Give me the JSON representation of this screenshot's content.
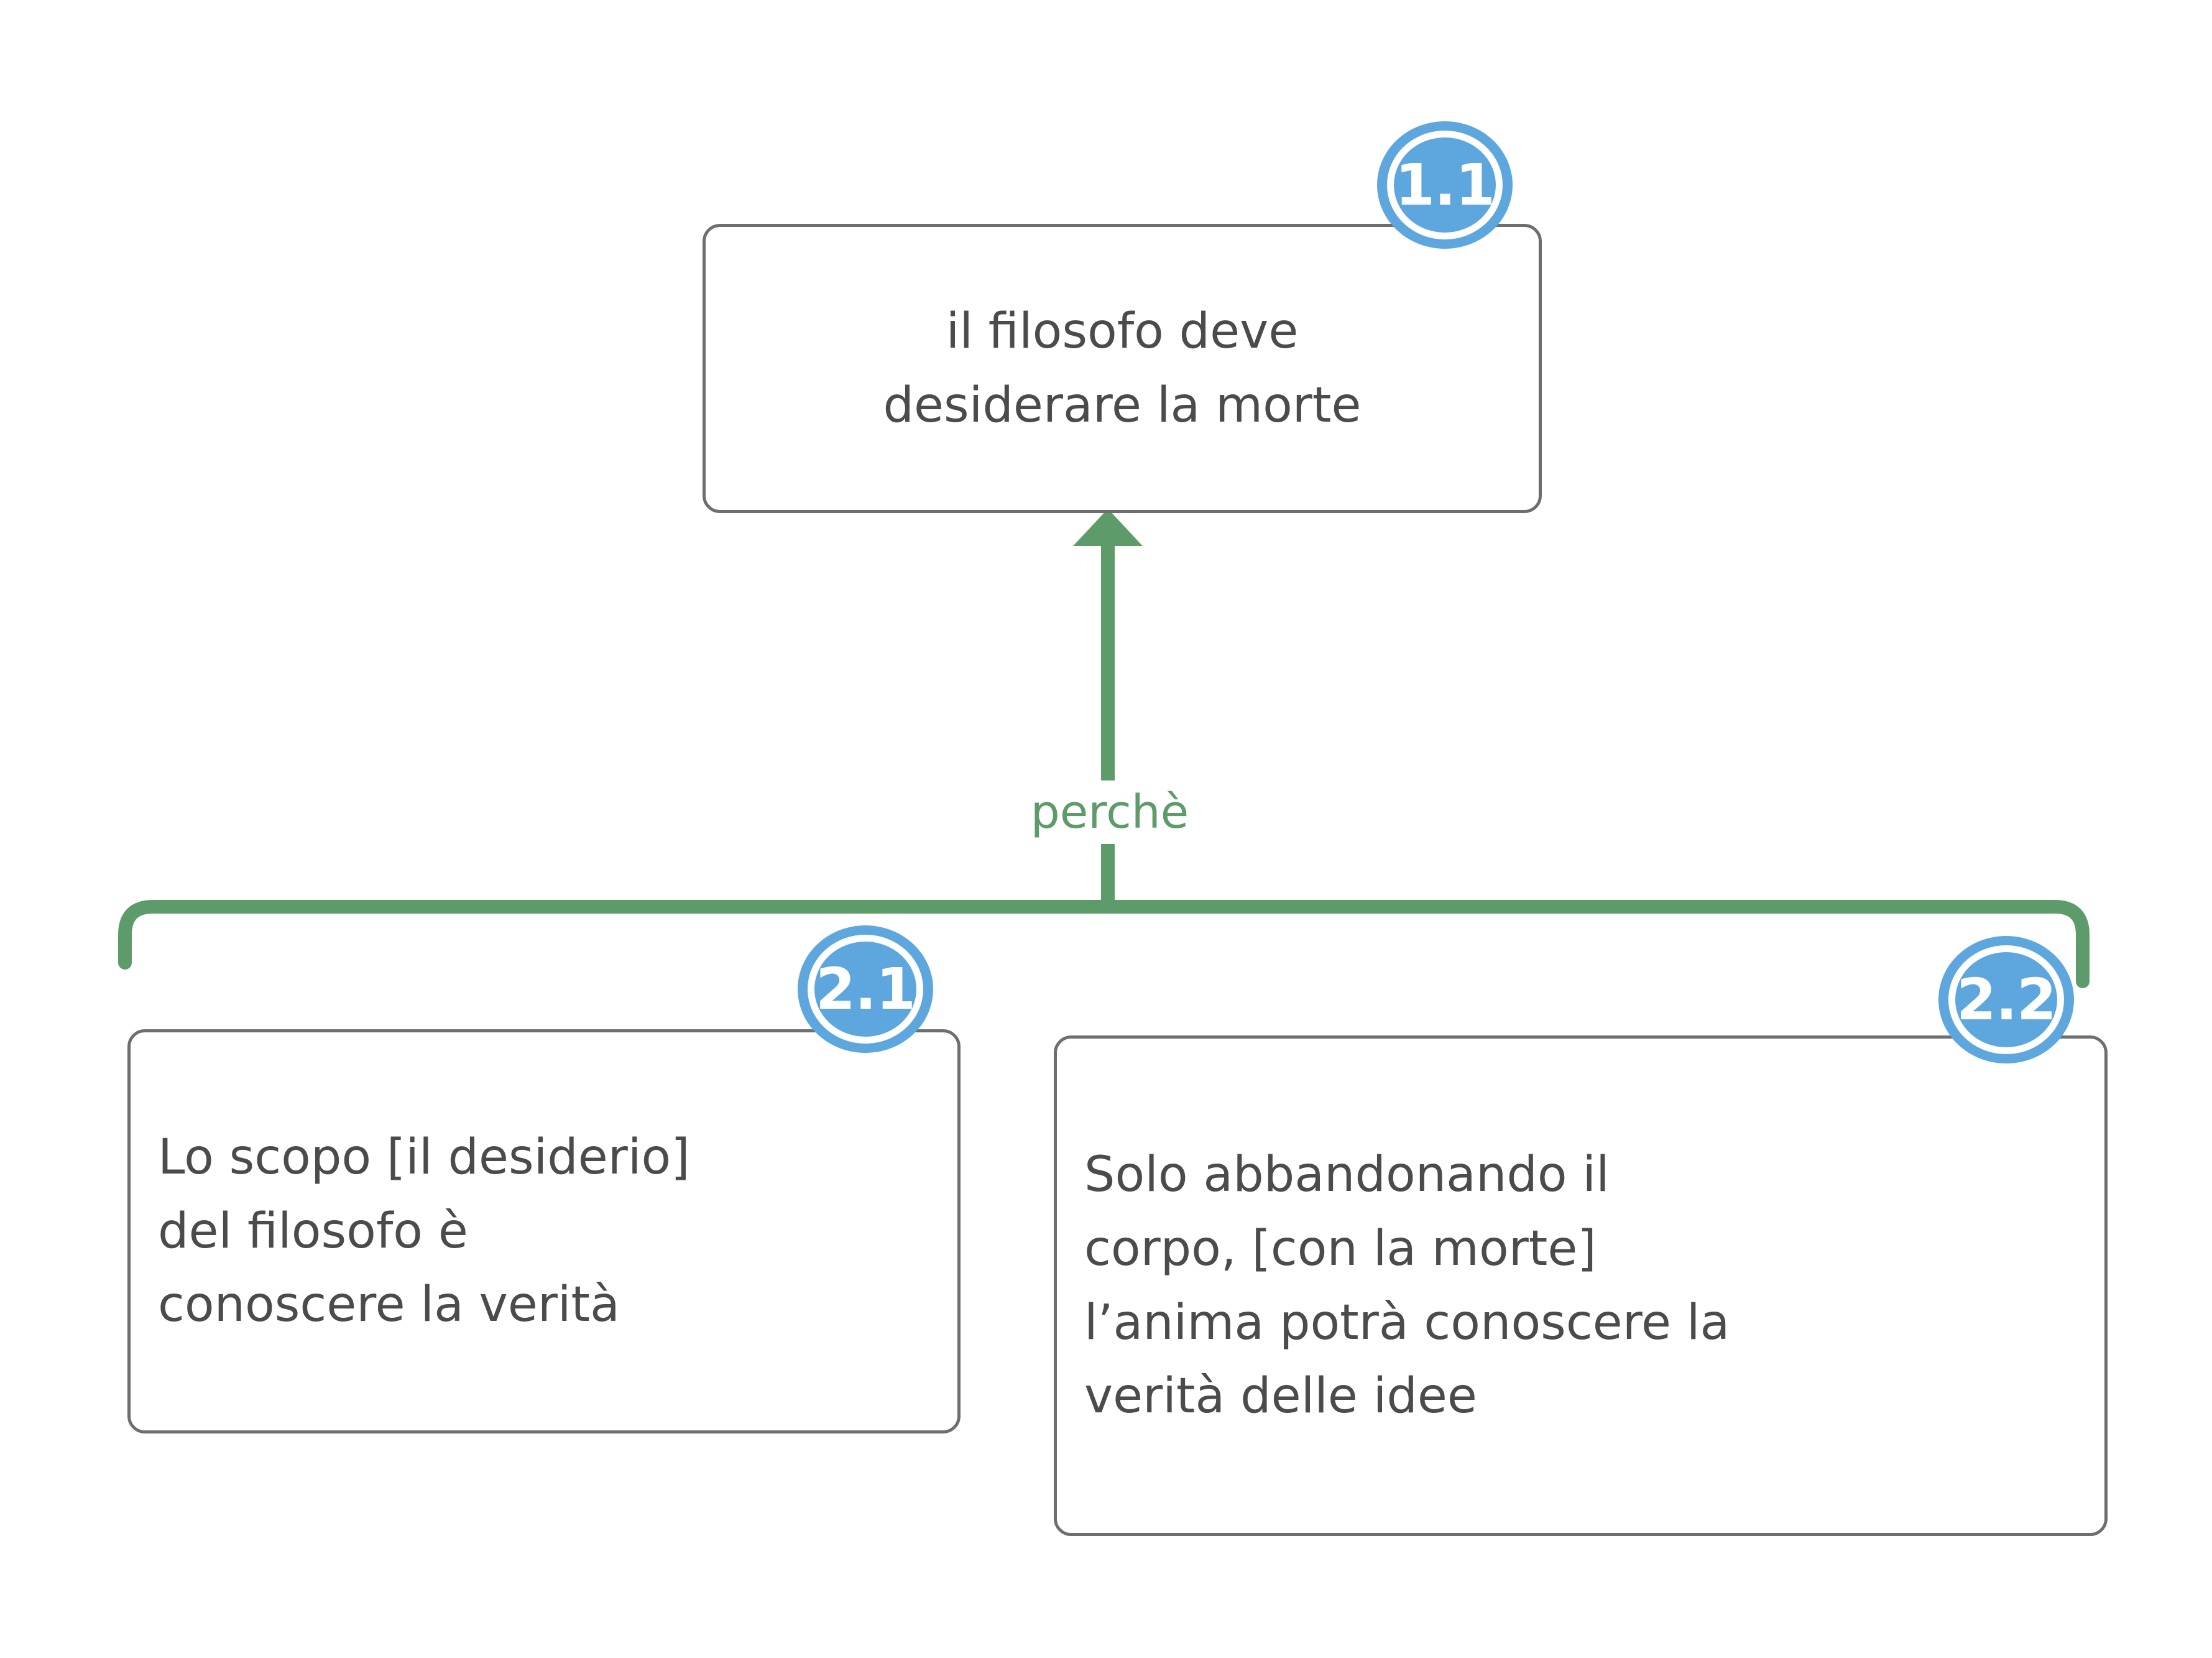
{
  "diagram": {
    "title": "il filosofo deve desiderare la morte",
    "background_color": "#ffffff",
    "box_border_color": "#6e6e6e",
    "box_text_color": "#4b4b4b",
    "badge_color": "#5ea7de",
    "connector_color": "#5e9b6b",
    "relation_label": "perchè",
    "nodes": [
      {
        "id": "1.1",
        "badge": "1.1",
        "text": "il filosofo deve\ndesiderare la morte",
        "align": "center"
      },
      {
        "id": "2.1",
        "badge": "2.1",
        "text": "Lo scopo [il desiderio]\ndel filosofo è\nconoscere la verità",
        "align": "left"
      },
      {
        "id": "2.2",
        "badge": "2.2",
        "text": "Solo abbandonando il\ncorpo, [con la morte]\nl’anima potrà conoscere la\nverità delle idee",
        "align": "left"
      }
    ],
    "edges": [
      {
        "from": "2.1",
        "to": "1.1",
        "label": "perchè",
        "style": "arrow-up-bracket"
      },
      {
        "from": "2.2",
        "to": "1.1",
        "label": "perchè",
        "style": "arrow-up-bracket"
      }
    ]
  }
}
